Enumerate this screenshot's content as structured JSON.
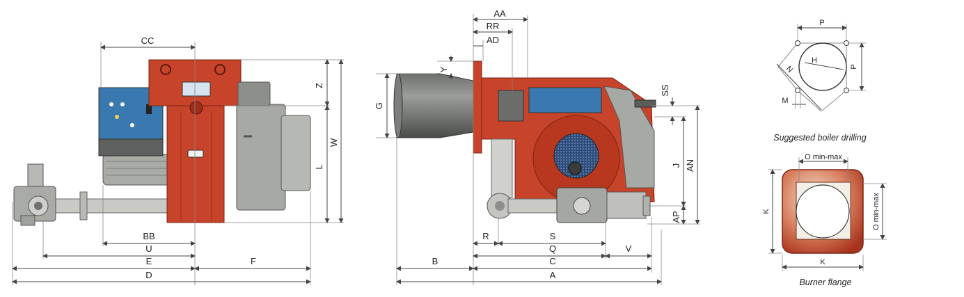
{
  "colors": {
    "burner_red": "#c7432a",
    "burner_red_dark": "#9c2e1b",
    "housing_gray": "#a7a9a4",
    "panel_blue": "#3a79b0",
    "pipe_gray": "#c9cac6",
    "dark_steel": "#4f5250"
  },
  "side_view": {
    "labels": {
      "cc": "CC",
      "z": "Z",
      "w": "W",
      "l": "L",
      "bb": "BB",
      "u": "U",
      "e": "E",
      "f": "F",
      "d": "D"
    }
  },
  "front_view": {
    "labels": {
      "aa": "AA",
      "rr": "RR",
      "ad": "AD",
      "y": "Y",
      "g": "G",
      "ss": "SS",
      "j": "J",
      "an": "AN",
      "ap": "AP",
      "r": "R",
      "s": "S",
      "q": "Q",
      "v": "V",
      "b": "B",
      "c": "C",
      "a": "A"
    }
  },
  "boiler_drilling": {
    "caption": "Suggested boiler drilling",
    "labels": {
      "p_top": "P",
      "p_side": "P",
      "n": "N",
      "h": "H",
      "m": "M"
    }
  },
  "burner_flange": {
    "caption": "Burner flange",
    "labels": {
      "o_top": "O min-max",
      "o_side": "O min-max",
      "k_side": "K",
      "k_bottom": "K"
    }
  }
}
